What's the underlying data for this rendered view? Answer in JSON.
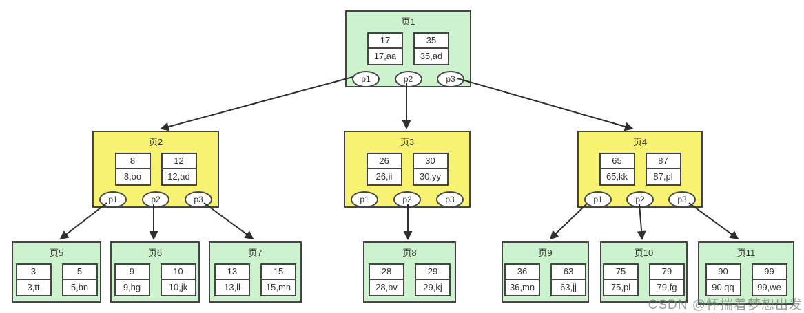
{
  "diagram_type": "bplus-tree-index",
  "nodes": [
    {
      "id": "page1",
      "title": "页1",
      "color": "green",
      "cells": [
        {
          "key": "17",
          "value": "17,aa"
        },
        {
          "key": "35",
          "value": "35,ad"
        }
      ],
      "pointers": [
        "p1",
        "p2",
        "p3"
      ]
    },
    {
      "id": "page2",
      "title": "页2",
      "color": "yellow",
      "cells": [
        {
          "key": "8",
          "value": "8,oo"
        },
        {
          "key": "12",
          "value": "12,ad"
        }
      ],
      "pointers": [
        "p1",
        "p2",
        "p3"
      ]
    },
    {
      "id": "page3",
      "title": "页3",
      "color": "yellow",
      "cells": [
        {
          "key": "26",
          "value": "26,ii"
        },
        {
          "key": "30",
          "value": "30,yy"
        }
      ],
      "pointers": [
        "p1",
        "p2",
        "p3"
      ]
    },
    {
      "id": "page4",
      "title": "页4",
      "color": "yellow",
      "cells": [
        {
          "key": "65",
          "value": "65,kk"
        },
        {
          "key": "87",
          "value": "87,pl"
        }
      ],
      "pointers": [
        "p1",
        "p2",
        "p3"
      ]
    },
    {
      "id": "page5",
      "title": "页5",
      "color": "green",
      "cells": [
        {
          "key": "3",
          "value": "3,tt"
        },
        {
          "key": "5",
          "value": "5,bn"
        }
      ],
      "pointers": []
    },
    {
      "id": "page6",
      "title": "页6",
      "color": "green",
      "cells": [
        {
          "key": "9",
          "value": "9,hg"
        },
        {
          "key": "10",
          "value": "10,jk"
        }
      ],
      "pointers": []
    },
    {
      "id": "page7",
      "title": "页7",
      "color": "green",
      "cells": [
        {
          "key": "13",
          "value": "13,ll"
        },
        {
          "key": "15",
          "value": "15,mn"
        }
      ],
      "pointers": []
    },
    {
      "id": "page8",
      "title": "页8",
      "color": "green",
      "cells": [
        {
          "key": "28",
          "value": "28,bv"
        },
        {
          "key": "29",
          "value": "29,kj"
        }
      ],
      "pointers": []
    },
    {
      "id": "page9",
      "title": "页9",
      "color": "green",
      "cells": [
        {
          "key": "36",
          "value": "36,mn"
        },
        {
          "key": "63",
          "value": "63,jj"
        }
      ],
      "pointers": []
    },
    {
      "id": "page10",
      "title": "页10",
      "color": "green",
      "cells": [
        {
          "key": "75",
          "value": "75,pl"
        },
        {
          "key": "79",
          "value": "79,fg"
        }
      ],
      "pointers": []
    },
    {
      "id": "page11",
      "title": "页11",
      "color": "green",
      "cells": [
        {
          "key": "90",
          "value": "90,qq"
        },
        {
          "key": "99",
          "value": "99,we"
        }
      ],
      "pointers": []
    }
  ],
  "edges": [
    {
      "from": "页1",
      "via": "p1",
      "to": "页2"
    },
    {
      "from": "页1",
      "via": "p2",
      "to": "页3"
    },
    {
      "from": "页1",
      "via": "p3",
      "to": "页4"
    },
    {
      "from": "页2",
      "via": "p1",
      "to": "页5"
    },
    {
      "from": "页2",
      "via": "p2",
      "to": "页6"
    },
    {
      "from": "页2",
      "via": "p3",
      "to": "页7"
    },
    {
      "from": "页3",
      "via": "p2",
      "to": "页8"
    },
    {
      "from": "页4",
      "via": "p1",
      "to": "页9"
    },
    {
      "from": "页4",
      "via": "p2",
      "to": "页10"
    },
    {
      "from": "页4",
      "via": "p3",
      "to": "页11"
    }
  ],
  "colors": {
    "root_leaf_fill": "#cdf3ce",
    "internal_fill": "#f8f272",
    "border": "#454545",
    "arrow": "#2e2e2e"
  },
  "watermark": "CSDN @怀揣着梦想出发"
}
